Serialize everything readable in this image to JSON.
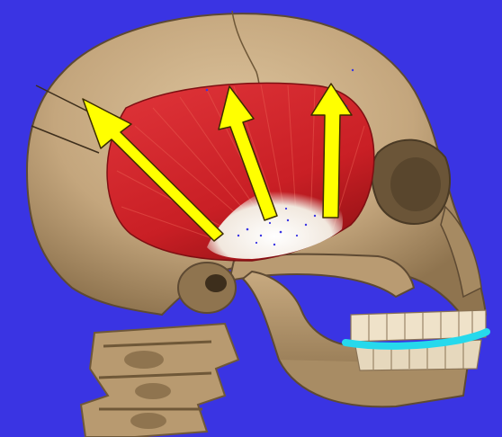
{
  "colors": {
    "background": "#3a34e3",
    "bone": "#c4a67d",
    "bone_shadow": "#8f744f",
    "bone_dark": "#5e4a33",
    "bone_highlight": "#dcc39c",
    "muscle": "#d2252a",
    "muscle_dark": "#9e1418",
    "muscle_fiber": "#e85a4f",
    "tendon": "#f1e8de",
    "arrow_fill": "#ffff00",
    "arrow_stroke": "#3b2c00",
    "jaw_line": "#26d9ec",
    "teeth": "#efe2c9"
  },
  "illustration": {
    "subject": "temporalis-muscle-on-skull",
    "arrows_count": 3,
    "jaw_line": "occlusal-plane"
  }
}
